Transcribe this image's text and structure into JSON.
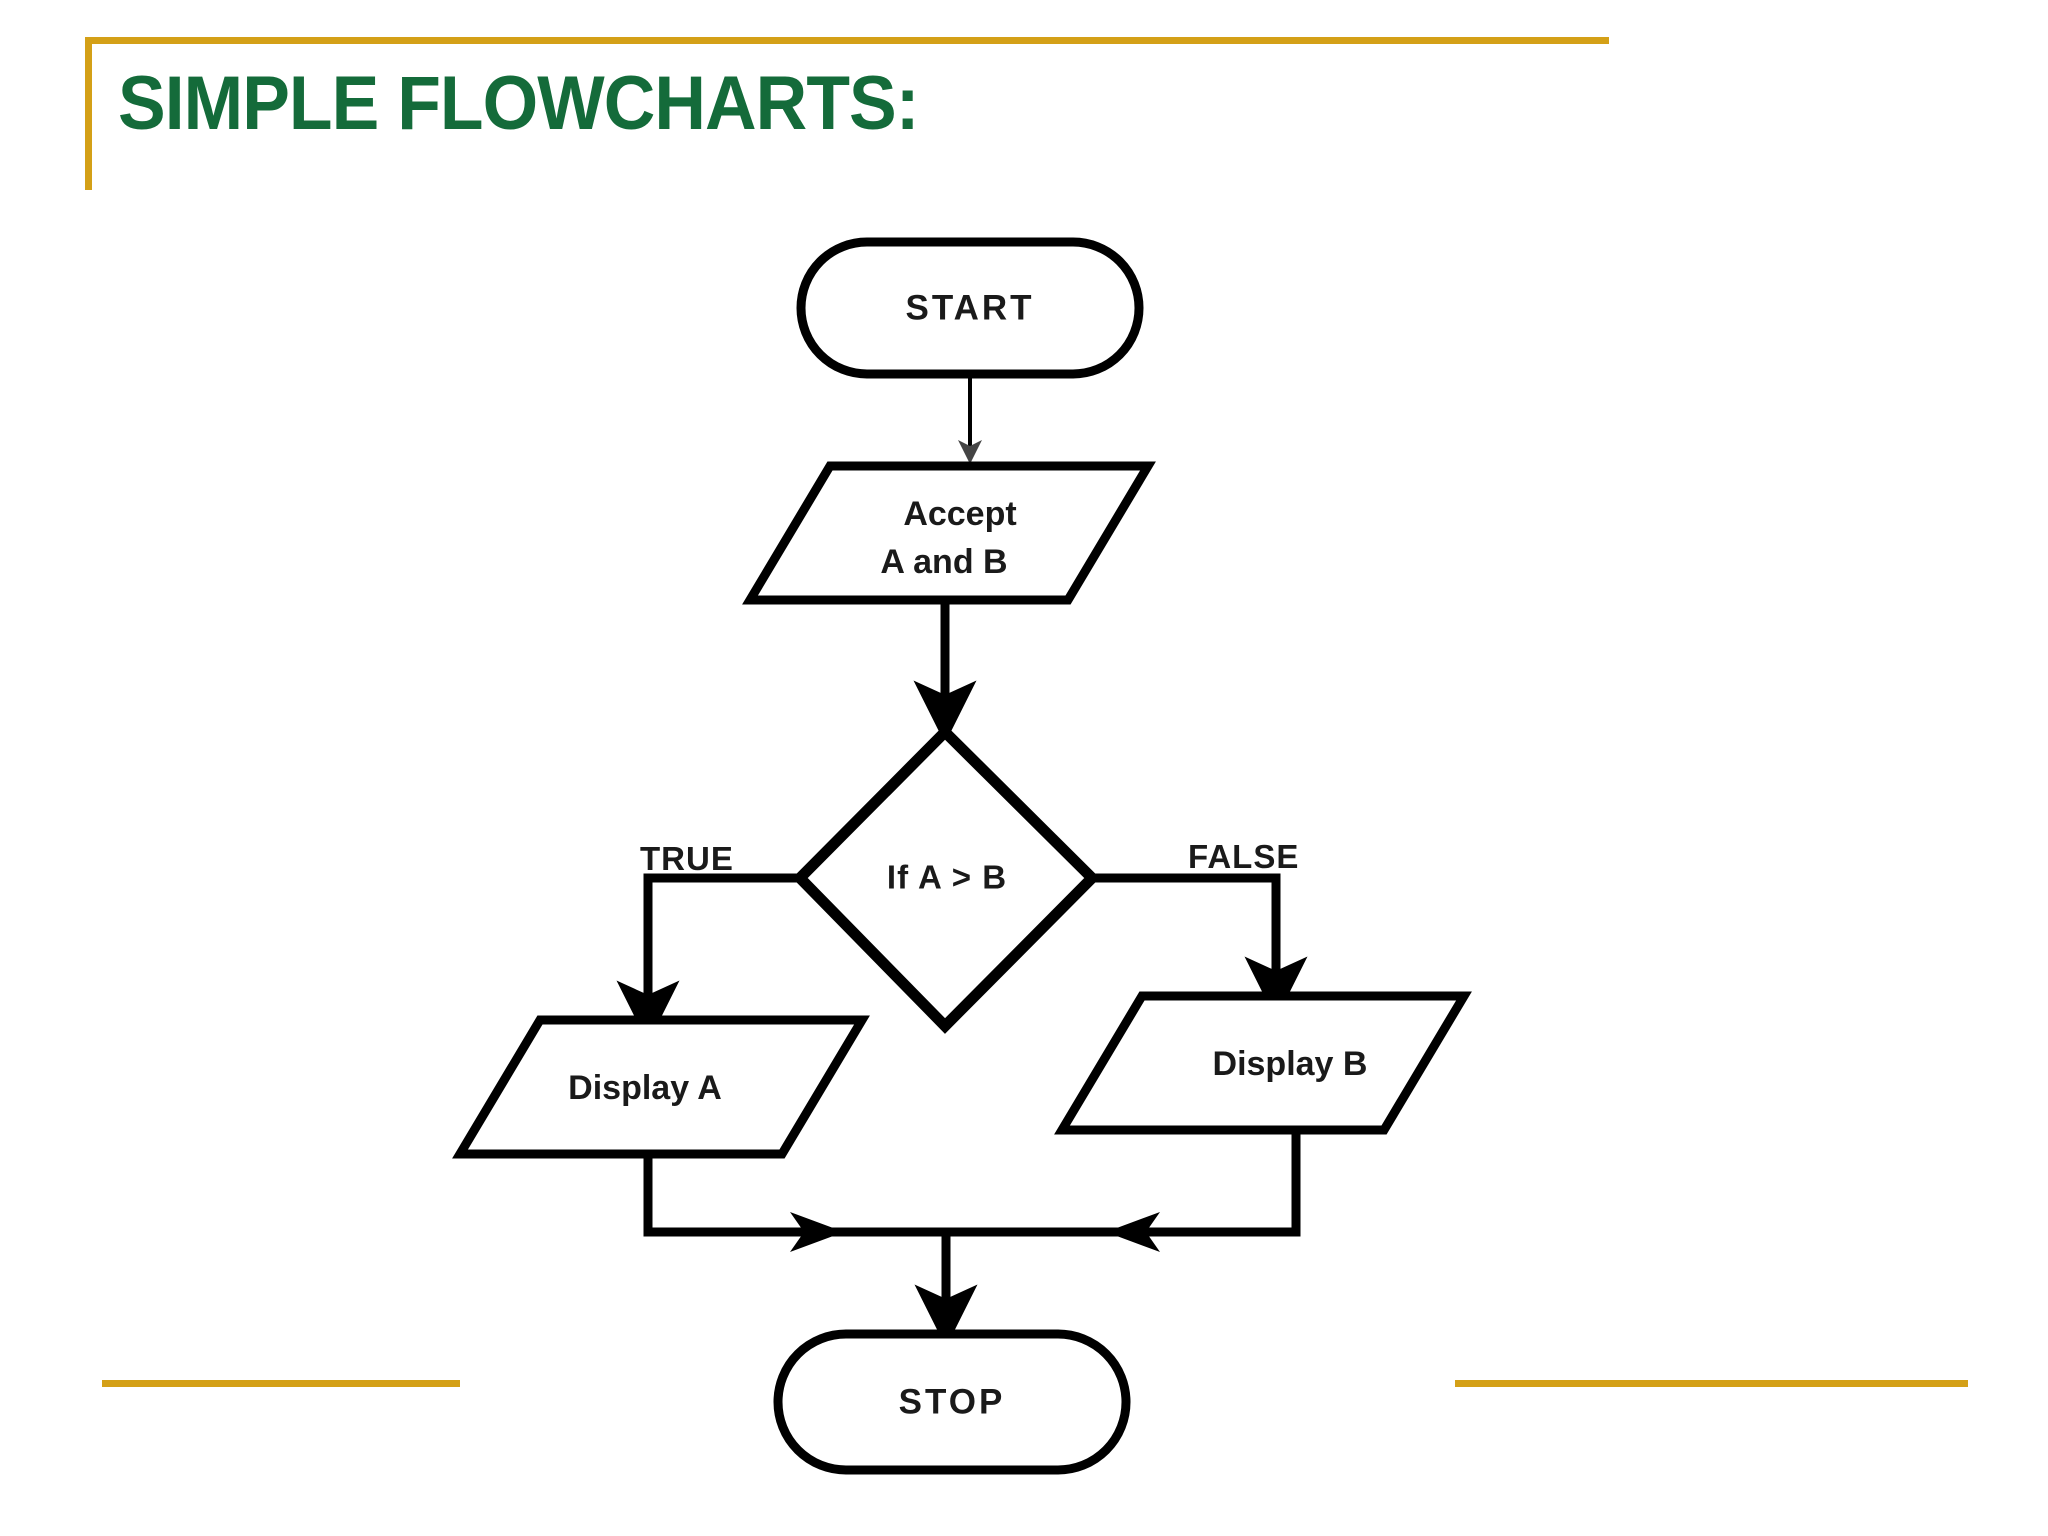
{
  "slide": {
    "title": "SIMPLE FLOWCHARTS:",
    "title_color": "#146b3a",
    "accent_color": "#d4a017",
    "background_color": "#ffffff"
  },
  "flowchart": {
    "nodes": {
      "start": {
        "label": "START",
        "type": "terminator"
      },
      "accept": {
        "label_line1": "Accept",
        "label_line2": "A and B",
        "type": "input-output"
      },
      "decision": {
        "label": "If A > B",
        "type": "decision"
      },
      "display_a": {
        "label": "Display A",
        "type": "input-output"
      },
      "display_b": {
        "label": "Display B",
        "type": "input-output"
      },
      "stop": {
        "label": "STOP",
        "type": "terminator"
      }
    },
    "branch_labels": {
      "true": "TRUE",
      "false": "FALSE"
    }
  },
  "chart_data": {
    "type": "diagram",
    "diagram_kind": "flowchart",
    "title": "SIMPLE FLOWCHARTS:",
    "nodes": [
      {
        "id": "start",
        "shape": "terminator",
        "text": "START"
      },
      {
        "id": "accept",
        "shape": "parallelogram",
        "text": "Accept A and B"
      },
      {
        "id": "decision",
        "shape": "diamond",
        "text": "If A > B"
      },
      {
        "id": "display_a",
        "shape": "parallelogram",
        "text": "Display A"
      },
      {
        "id": "display_b",
        "shape": "parallelogram",
        "text": "Display B"
      },
      {
        "id": "stop",
        "shape": "terminator",
        "text": "STOP"
      }
    ],
    "edges": [
      {
        "from": "start",
        "to": "accept",
        "label": ""
      },
      {
        "from": "accept",
        "to": "decision",
        "label": ""
      },
      {
        "from": "decision",
        "to": "display_a",
        "label": "TRUE"
      },
      {
        "from": "decision",
        "to": "display_b",
        "label": "FALSE"
      },
      {
        "from": "display_a",
        "to": "stop",
        "label": ""
      },
      {
        "from": "display_b",
        "to": "stop",
        "label": ""
      }
    ]
  }
}
